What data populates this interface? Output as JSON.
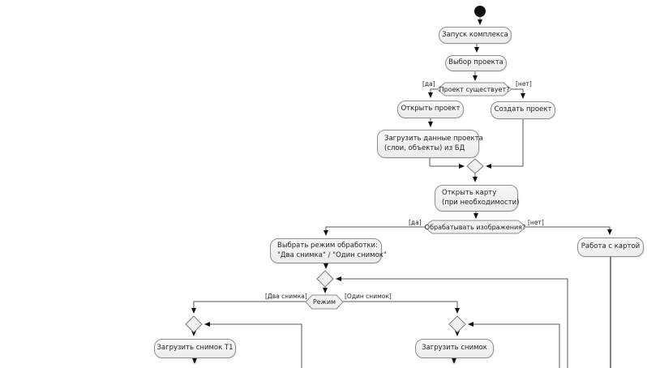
{
  "diagram": {
    "type": "uml-activity-flowchart",
    "nodes": {
      "launch": {
        "label": "Запуск комплекса"
      },
      "choose_project": {
        "label": "Выбор проекта"
      },
      "open_project": {
        "label": "Открыть проект"
      },
      "create_project": {
        "label": "Создать проект"
      },
      "load_project_data": {
        "lines": [
          "Загрузить данные проекта",
          "(слои, объекты) из БД"
        ]
      },
      "open_map": {
        "lines": [
          "Открыть карту",
          "(при необходимости)"
        ]
      },
      "choose_mode": {
        "lines": [
          "Выбрать режим обработки:",
          "\"Два снимка\" / \"Один снимок\""
        ]
      },
      "work_with_map": {
        "label": "Работа с картой"
      },
      "load_image_t1": {
        "label": "Загрузить снимок Т1"
      },
      "load_image": {
        "label": "Загрузить снимок"
      }
    },
    "decisions": {
      "project_exists": {
        "label": "Проект существует?"
      },
      "process_images": {
        "label": "Обрабатывать изображения?"
      },
      "mode": {
        "label": "Режим"
      }
    },
    "edge_labels": {
      "yes1": "[да]",
      "no1": "[нет]",
      "yes2": "[да]",
      "no2": "[нет]",
      "two_images": "[Два снимка]",
      "one_image": "[Один снимок]"
    },
    "colors": {
      "node_fill": "#f2f2f2",
      "node_border": "#8f8f8f",
      "edge": "#5a5a5a",
      "arrow": "#111111",
      "background": "#ffffff"
    }
  }
}
